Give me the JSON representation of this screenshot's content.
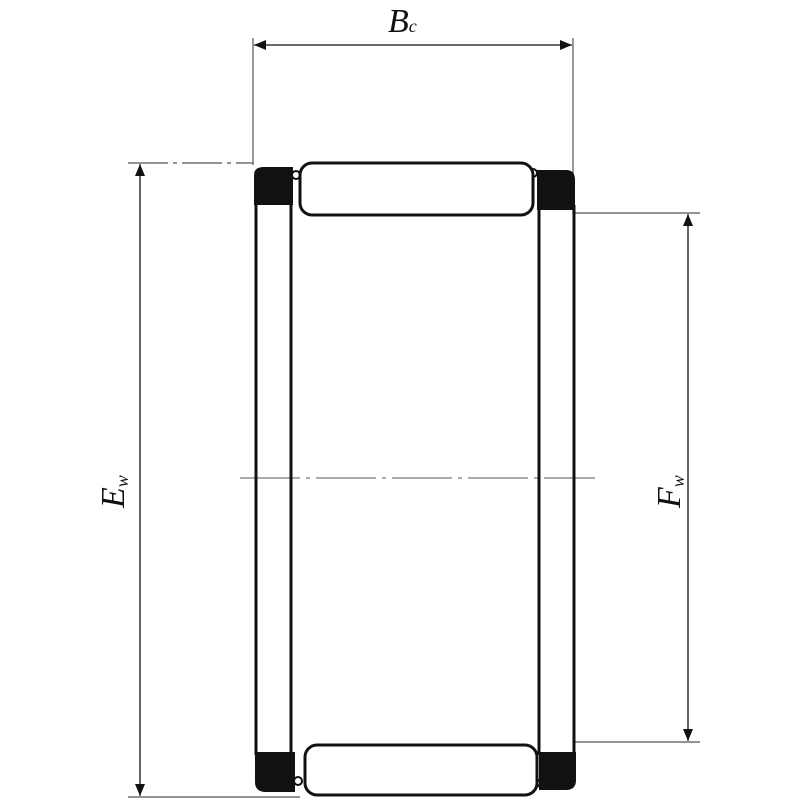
{
  "labels": {
    "width_main": "B",
    "width_sub": "c",
    "outer_main": "E",
    "outer_sub": "w",
    "inner_main": "F",
    "inner_sub": "w"
  },
  "colors": {
    "line": "#111111",
    "thin": "#555555",
    "background": "#ffffff"
  }
}
